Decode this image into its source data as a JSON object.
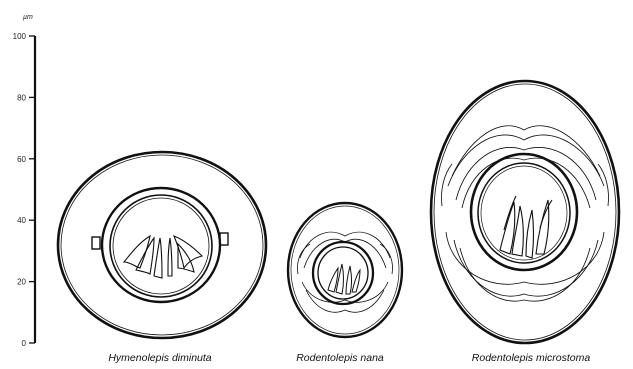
{
  "scale": {
    "unit": "µm",
    "ticks": [
      {
        "value": 100,
        "label": "100"
      },
      {
        "value": 80,
        "label": "80"
      },
      {
        "value": 60,
        "label": "60"
      },
      {
        "value": 40,
        "label": "40"
      },
      {
        "value": 20,
        "label": "20"
      },
      {
        "value": 0,
        "label": "0"
      }
    ]
  },
  "eggs": [
    {
      "id": "hymenolepis-diminuta",
      "label": "Hymenolepis diminuta"
    },
    {
      "id": "rodentolepis-nana",
      "label": "Rodentolepis nana"
    },
    {
      "id": "rodentolepis-microstoma",
      "label": "Rodentolepis microstoma"
    }
  ]
}
